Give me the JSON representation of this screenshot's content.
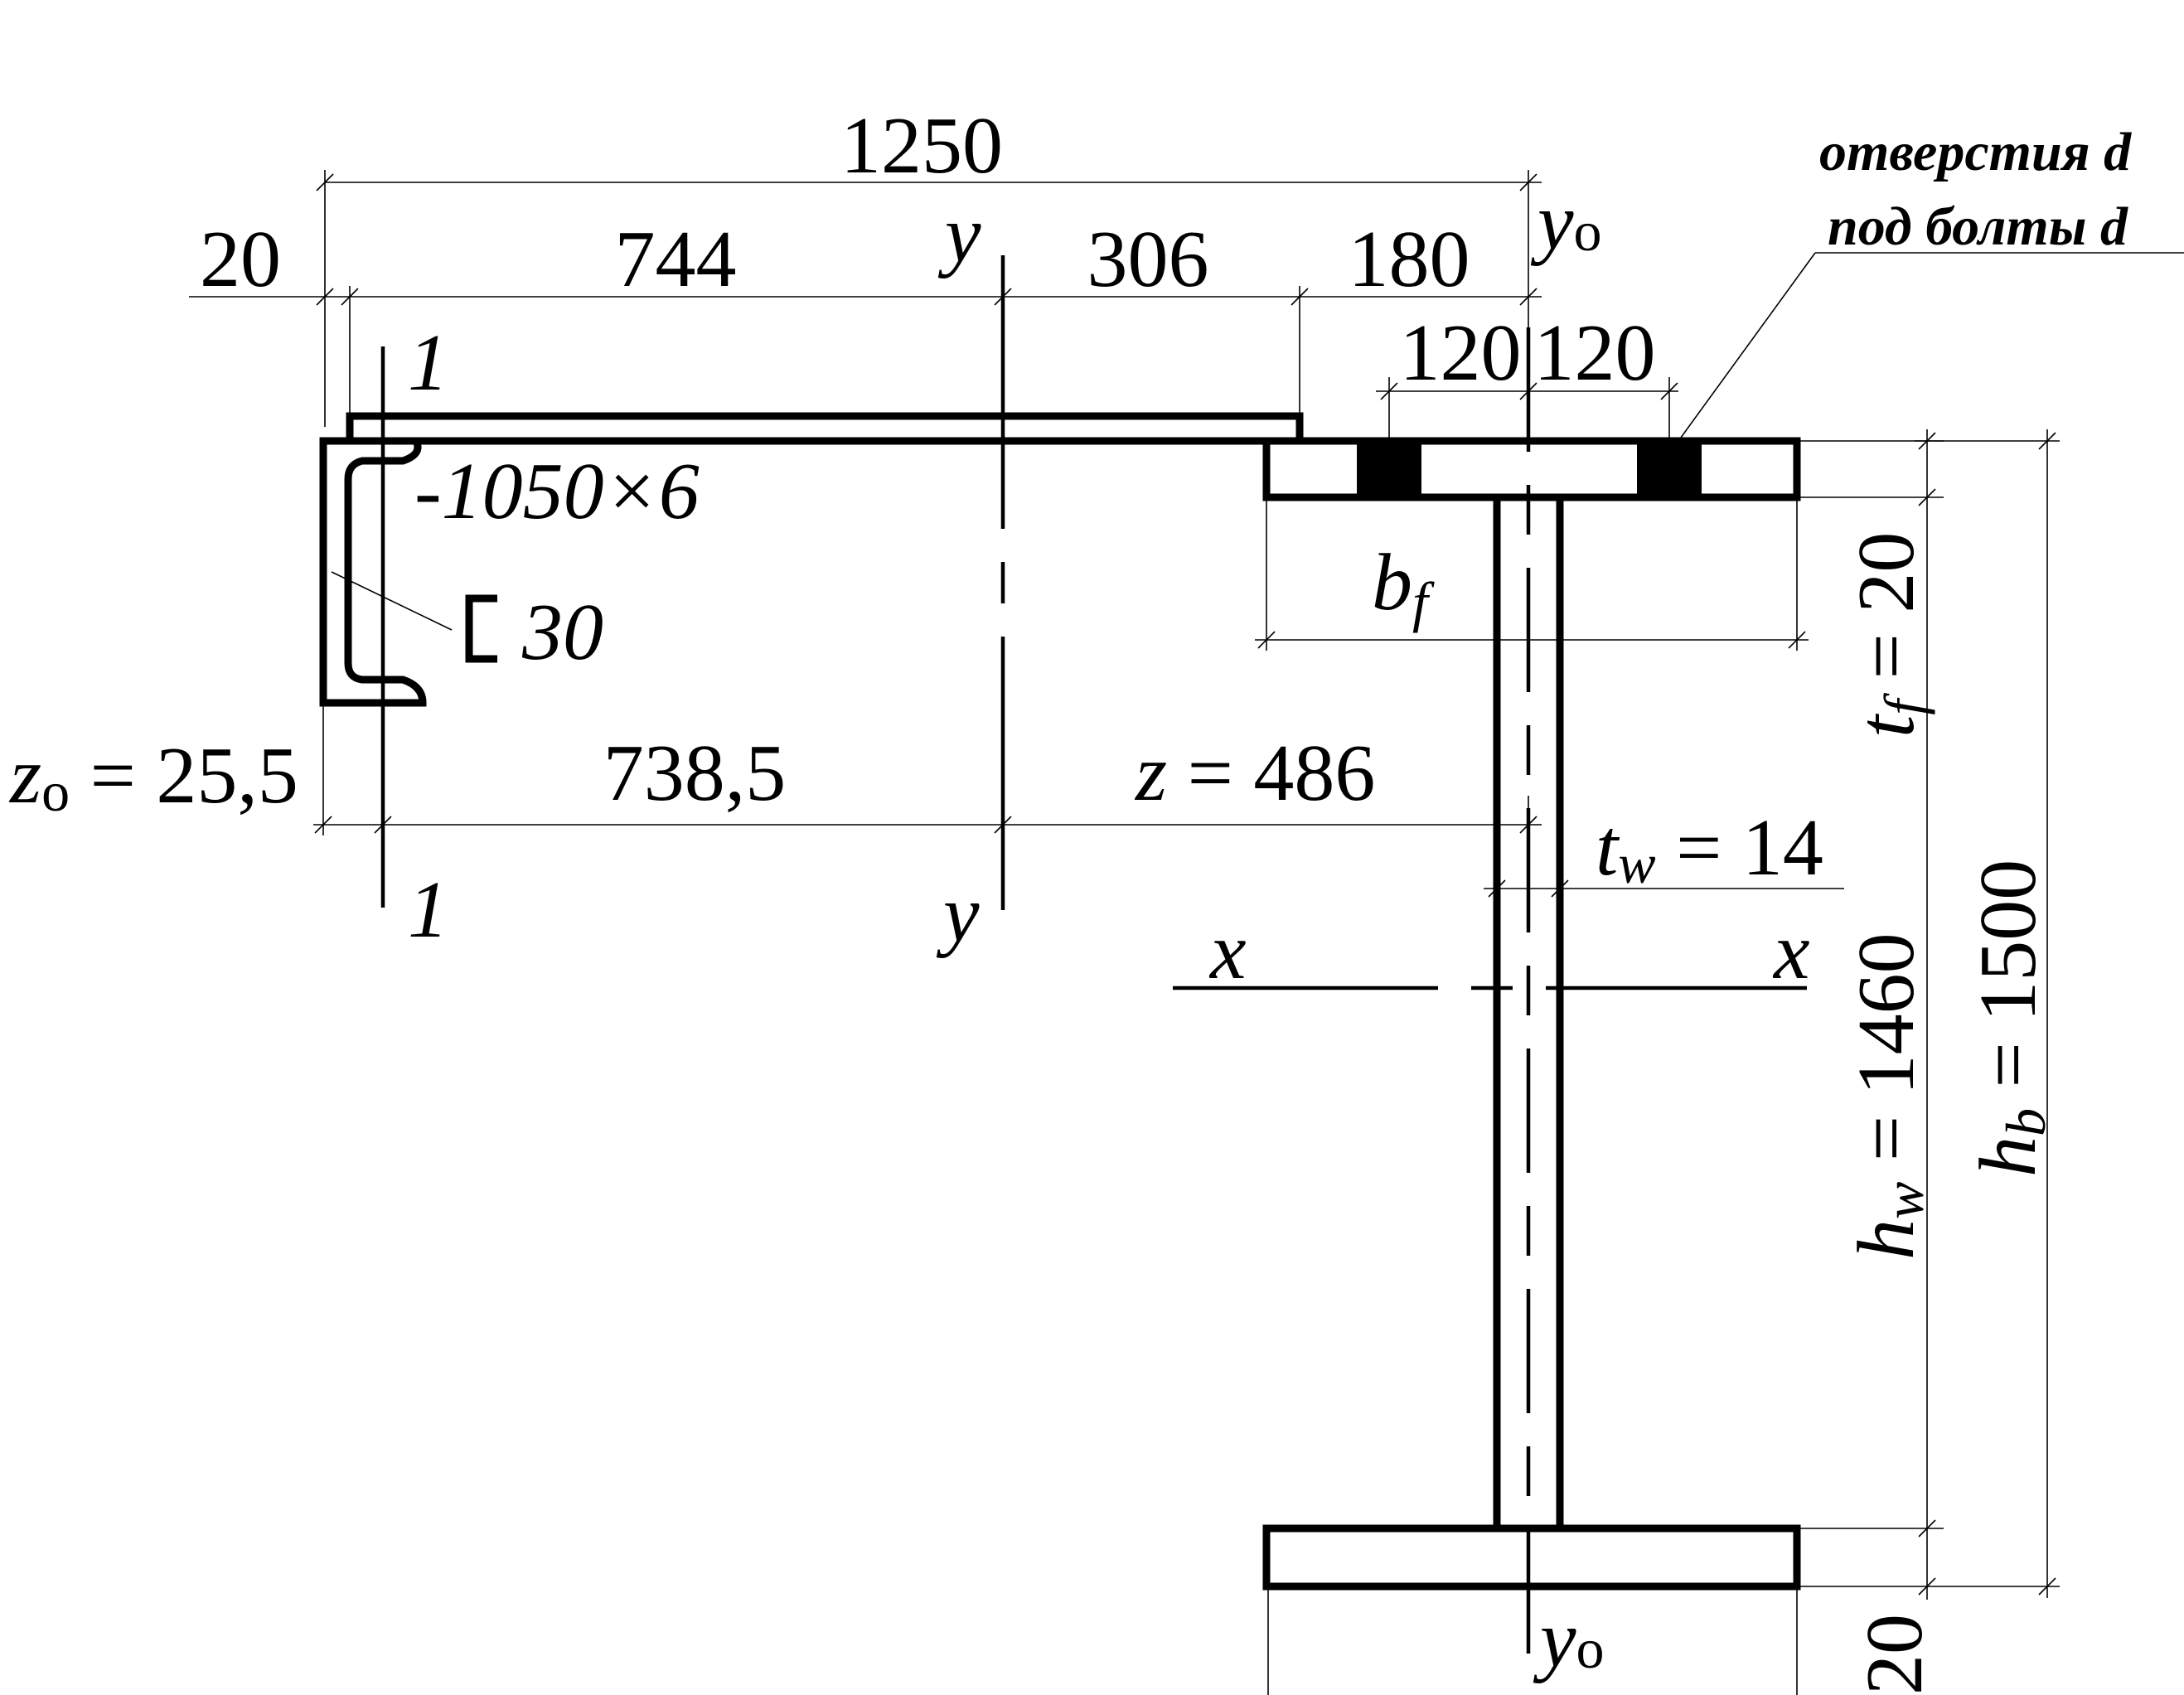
{
  "dimensions": {
    "total_width": "1250",
    "left_edge": "20",
    "plate_span": "744",
    "to_flange": "306",
    "half_flange": "180",
    "bolt_left": "120",
    "bolt_right": "120",
    "z0_label": "z",
    "z0_sub": "o",
    "z0_value": " = 25,5",
    "channel_to_y": "738,5",
    "z_label": "z",
    "z_value": " = 486"
  },
  "members": {
    "plate": "-1050×6",
    "channel": "30"
  },
  "flange": {
    "bf_label": "b",
    "bf_sub": "f",
    "tf_label": "t",
    "tf_sub": "f",
    "tf_value": " = 20",
    "bottom_thickness": "20"
  },
  "web": {
    "tw_label": "t",
    "tw_sub": "w",
    "tw_value": " = 14",
    "hw_label": "h",
    "hw_sub": "w",
    "hw_value": " = 1460"
  },
  "beam": {
    "hb_label": "h",
    "hb_sub": "b",
    "hb_value": " = 1500"
  },
  "axes": {
    "y": "y",
    "y0": "y",
    "y0_sub": "o",
    "x": "x",
    "axis1": "1"
  },
  "note": {
    "line1": "отверстия d",
    "line2": "под болты d"
  }
}
